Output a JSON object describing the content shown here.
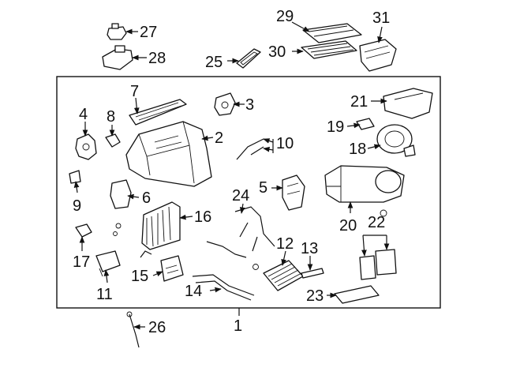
{
  "diagram": {
    "callouts": [
      "1",
      "2",
      "3",
      "4",
      "5",
      "6",
      "7",
      "8",
      "9",
      "10",
      "11",
      "12",
      "13",
      "14",
      "15",
      "16",
      "17",
      "18",
      "19",
      "20",
      "21",
      "22",
      "23",
      "24",
      "25",
      "26",
      "27",
      "28",
      "29",
      "30",
      "31"
    ],
    "arrow_color": "#111111"
  }
}
